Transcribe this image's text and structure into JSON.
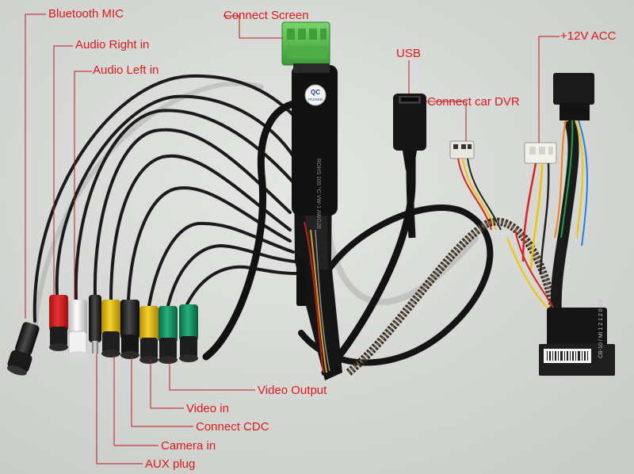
{
  "labels": {
    "bluetooth_mic": "Bluetooth MIC",
    "audio_right_in": "Audio Right in",
    "audio_left_in": "Audio Left in",
    "connect_screen": "Connect Screen",
    "usb": "USB",
    "connect_car_dvr": "Connect car DVR",
    "acc_12v": "+12V ACC",
    "video_output": "Video Output",
    "video_in": "Video in",
    "connect_cdc": "Connect CDC",
    "camera_in": "Camera in",
    "aux_plug": "AUX plug"
  },
  "colors": {
    "label_text": "#e0191c",
    "leader_line": "#c0191c",
    "background": "#d7d9d6",
    "cable": "#1c1c1c",
    "rca_red": "#d82020",
    "rca_white": "#f2f2f2",
    "rca_yellow": "#e8c21a",
    "rca_green": "#1a9a6a",
    "green_connector": "#5bbf52"
  },
  "cable_print": {
    "qc_sticker": "QC",
    "qc_sub": "PASSED",
    "jacket_text": "ROHS 105 °C  VW-1  AWG28",
    "plug_label": "CB-10 / MI 1 2 1 2 0 0 5"
  }
}
